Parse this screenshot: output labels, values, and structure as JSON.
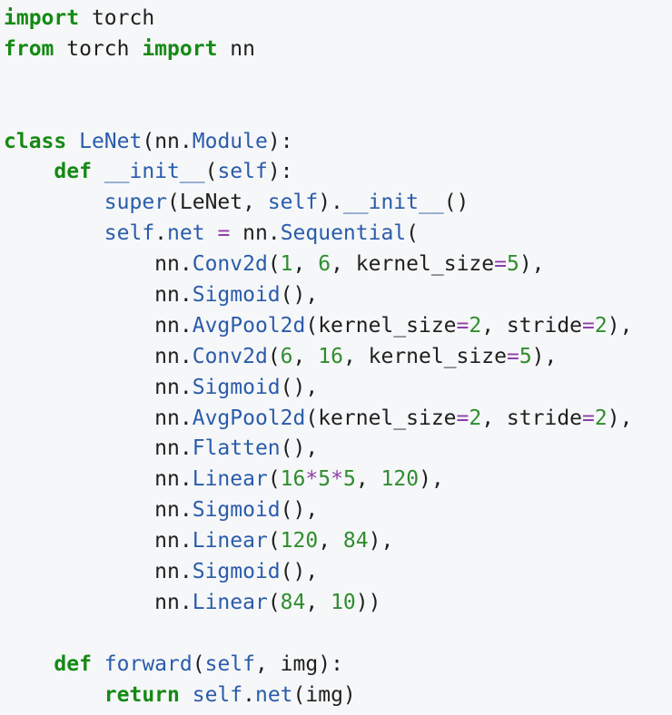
{
  "code_lines": [
    [
      [
        "kw",
        "import"
      ],
      [
        "txt",
        " torch"
      ]
    ],
    [
      [
        "kw",
        "from"
      ],
      [
        "txt",
        " torch "
      ],
      [
        "kw",
        "import"
      ],
      [
        "txt",
        " nn"
      ]
    ],
    [],
    [],
    [
      [
        "kw",
        "class"
      ],
      [
        "txt",
        " "
      ],
      [
        "cls",
        "LeNet"
      ],
      [
        "txt",
        "(nn."
      ],
      [
        "cls",
        "Module"
      ],
      [
        "txt",
        "):"
      ]
    ],
    [
      [
        "txt",
        "    "
      ],
      [
        "kw",
        "def"
      ],
      [
        "txt",
        " "
      ],
      [
        "fn",
        "__init__"
      ],
      [
        "txt",
        "("
      ],
      [
        "slf",
        "self"
      ],
      [
        "txt",
        "):"
      ]
    ],
    [
      [
        "txt",
        "        "
      ],
      [
        "bi",
        "super"
      ],
      [
        "txt",
        "(LeNet, "
      ],
      [
        "slf",
        "self"
      ],
      [
        "txt",
        ")."
      ],
      [
        "fn",
        "__init__"
      ],
      [
        "txt",
        "()"
      ]
    ],
    [
      [
        "txt",
        "        "
      ],
      [
        "slf",
        "self"
      ],
      [
        "txt",
        "."
      ],
      [
        "fn",
        "net"
      ],
      [
        "txt",
        " "
      ],
      [
        "op",
        "="
      ],
      [
        "txt",
        " nn."
      ],
      [
        "cls",
        "Sequential"
      ],
      [
        "txt",
        "("
      ]
    ],
    [
      [
        "txt",
        "            nn."
      ],
      [
        "cls",
        "Conv2d"
      ],
      [
        "txt",
        "("
      ],
      [
        "num",
        "1"
      ],
      [
        "txt",
        ", "
      ],
      [
        "num",
        "6"
      ],
      [
        "txt",
        ", kernel_size"
      ],
      [
        "op",
        "="
      ],
      [
        "num",
        "5"
      ],
      [
        "txt",
        "),"
      ]
    ],
    [
      [
        "txt",
        "            nn."
      ],
      [
        "cls",
        "Sigmoid"
      ],
      [
        "txt",
        "(),"
      ]
    ],
    [
      [
        "txt",
        "            nn."
      ],
      [
        "cls",
        "AvgPool2d"
      ],
      [
        "txt",
        "(kernel_size"
      ],
      [
        "op",
        "="
      ],
      [
        "num",
        "2"
      ],
      [
        "txt",
        ", stride"
      ],
      [
        "op",
        "="
      ],
      [
        "num",
        "2"
      ],
      [
        "txt",
        "),"
      ]
    ],
    [
      [
        "txt",
        "            nn."
      ],
      [
        "cls",
        "Conv2d"
      ],
      [
        "txt",
        "("
      ],
      [
        "num",
        "6"
      ],
      [
        "txt",
        ", "
      ],
      [
        "num",
        "16"
      ],
      [
        "txt",
        ", kernel_size"
      ],
      [
        "op",
        "="
      ],
      [
        "num",
        "5"
      ],
      [
        "txt",
        "),"
      ]
    ],
    [
      [
        "txt",
        "            nn."
      ],
      [
        "cls",
        "Sigmoid"
      ],
      [
        "txt",
        "(),"
      ]
    ],
    [
      [
        "txt",
        "            nn."
      ],
      [
        "cls",
        "AvgPool2d"
      ],
      [
        "txt",
        "(kernel_size"
      ],
      [
        "op",
        "="
      ],
      [
        "num",
        "2"
      ],
      [
        "txt",
        ", stride"
      ],
      [
        "op",
        "="
      ],
      [
        "num",
        "2"
      ],
      [
        "txt",
        "),"
      ]
    ],
    [
      [
        "txt",
        "            nn."
      ],
      [
        "cls",
        "Flatten"
      ],
      [
        "txt",
        "(),"
      ]
    ],
    [
      [
        "txt",
        "            nn."
      ],
      [
        "cls",
        "Linear"
      ],
      [
        "txt",
        "("
      ],
      [
        "num",
        "16"
      ],
      [
        "op",
        "*"
      ],
      [
        "num",
        "5"
      ],
      [
        "op",
        "*"
      ],
      [
        "num",
        "5"
      ],
      [
        "txt",
        ", "
      ],
      [
        "num",
        "120"
      ],
      [
        "txt",
        "),"
      ]
    ],
    [
      [
        "txt",
        "            nn."
      ],
      [
        "cls",
        "Sigmoid"
      ],
      [
        "txt",
        "(),"
      ]
    ],
    [
      [
        "txt",
        "            nn."
      ],
      [
        "cls",
        "Linear"
      ],
      [
        "txt",
        "("
      ],
      [
        "num",
        "120"
      ],
      [
        "txt",
        ", "
      ],
      [
        "num",
        "84"
      ],
      [
        "txt",
        "),"
      ]
    ],
    [
      [
        "txt",
        "            nn."
      ],
      [
        "cls",
        "Sigmoid"
      ],
      [
        "txt",
        "(),"
      ]
    ],
    [
      [
        "txt",
        "            nn."
      ],
      [
        "cls",
        "Linear"
      ],
      [
        "txt",
        "("
      ],
      [
        "num",
        "84"
      ],
      [
        "txt",
        ", "
      ],
      [
        "num",
        "10"
      ],
      [
        "txt",
        "))"
      ]
    ],
    [],
    [
      [
        "txt",
        "    "
      ],
      [
        "kw",
        "def"
      ],
      [
        "txt",
        " "
      ],
      [
        "fn",
        "forward"
      ],
      [
        "txt",
        "("
      ],
      [
        "slf",
        "self"
      ],
      [
        "txt",
        ", img):"
      ]
    ],
    [
      [
        "txt",
        "        "
      ],
      [
        "kw",
        "return"
      ],
      [
        "txt",
        " "
      ],
      [
        "slf",
        "self"
      ],
      [
        "txt",
        "."
      ],
      [
        "fn",
        "net"
      ],
      [
        "txt",
        "(img)"
      ]
    ]
  ],
  "colors": {
    "background": "#f6f7f8",
    "keyword": "#148a14",
    "identifier": "#2a5cab",
    "number": "#2f8d2f",
    "operator": "#8c3fa8",
    "text": "#1f1f1f"
  }
}
